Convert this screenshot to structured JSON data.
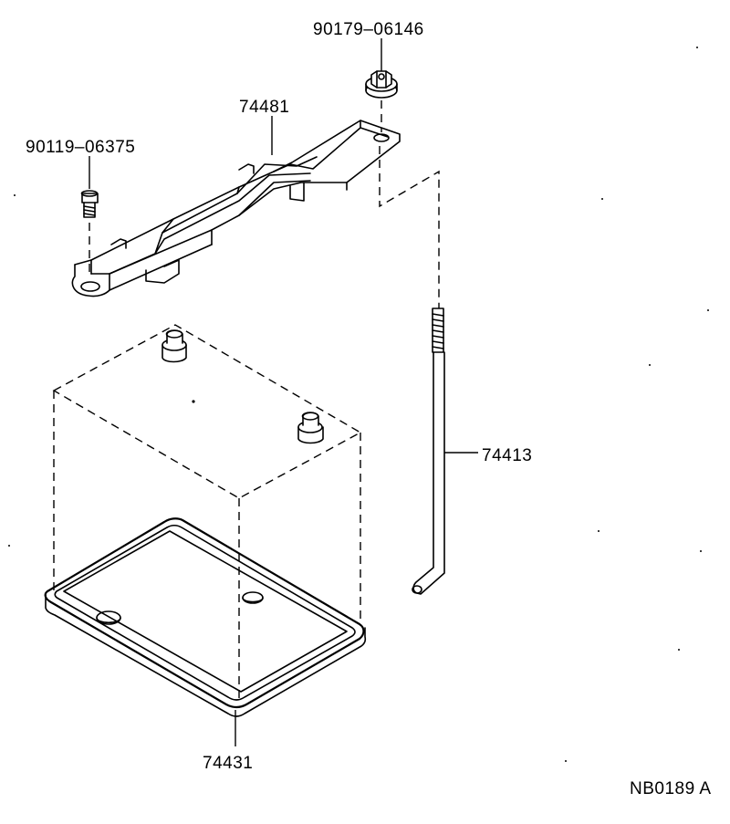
{
  "parts": {
    "nut": "90179–06146",
    "bolt": "90119–06375",
    "clamp": "74481",
    "rod": "74413",
    "tray": "74431"
  },
  "diagram_code": "NB0189 A"
}
